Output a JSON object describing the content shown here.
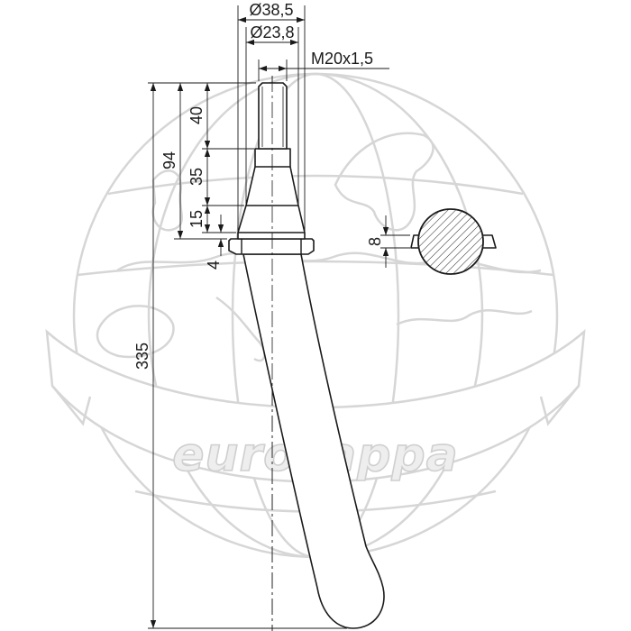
{
  "drawing": {
    "dimensions": {
      "outer_diameter": "Ø38,5",
      "inner_diameter": "Ø23,8",
      "thread": "M20x1,5",
      "thread_length": "40",
      "upper_length": "94",
      "shaft_length": "35",
      "cone_length": "15",
      "collar_height": "4",
      "total_length": "335",
      "key_width": "8"
    }
  },
  "watermark": {
    "brand": "eurozappa"
  },
  "colors": {
    "line": "#1a1a1a",
    "watermark": "#d4d4d4",
    "background": "#ffffff"
  }
}
